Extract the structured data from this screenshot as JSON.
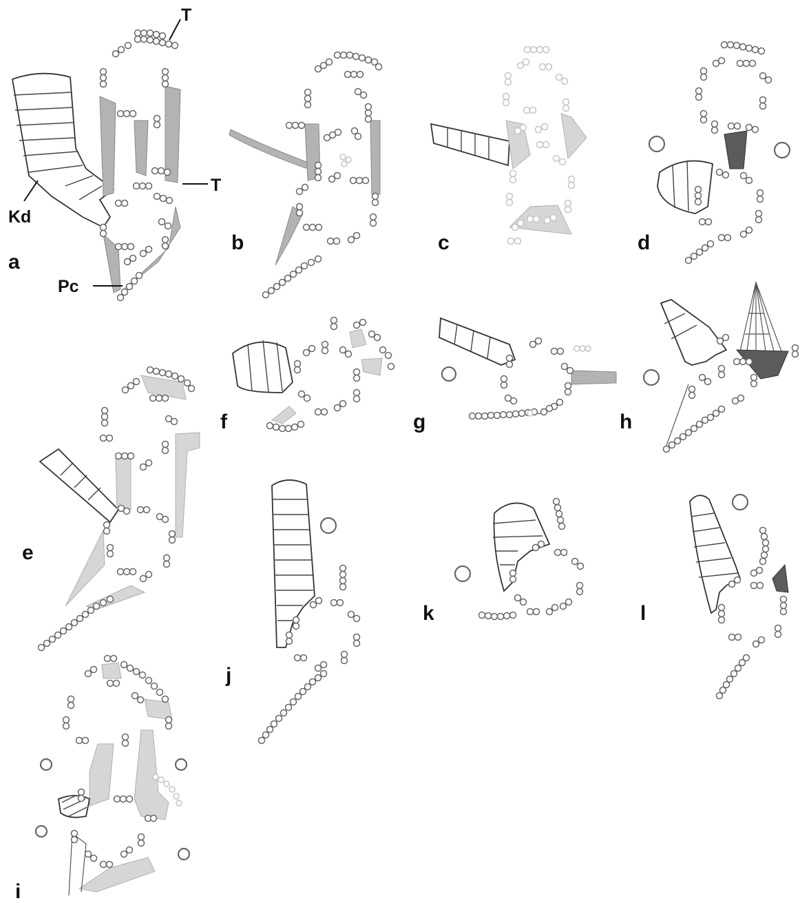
{
  "callouts": {
    "T_top": "T",
    "T_mid": "T",
    "Kd": "Kd",
    "Pc": "Pc"
  },
  "panels": {
    "a": "a",
    "b": "b",
    "c": "c",
    "d": "d",
    "e": "e",
    "f": "f",
    "g": "g",
    "h": "h",
    "i": "i",
    "j": "j",
    "k": "k",
    "l": "l"
  }
}
